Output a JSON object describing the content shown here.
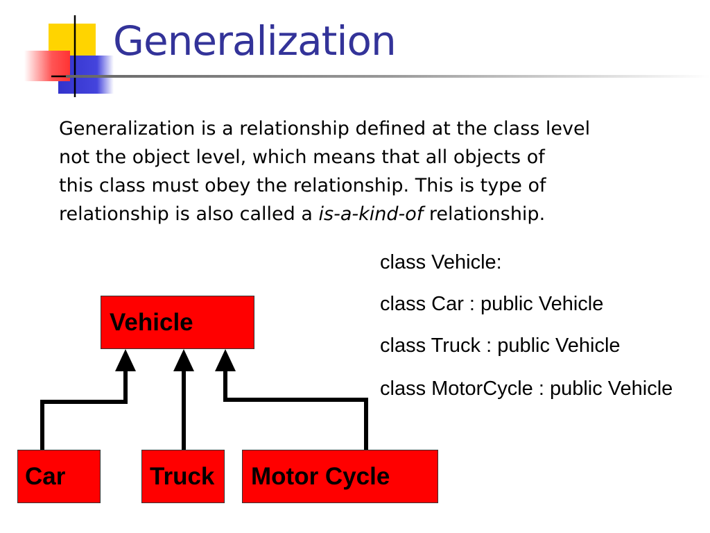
{
  "slide": {
    "title": "Generalization",
    "paragraph": {
      "line1": "Generalization is a relationship defined at the class level",
      "line2": "not the object level, which means that all objects of",
      "line3": "this class must obey the relationship. This is type of",
      "line4_before": "relationship is also called a ",
      "line4_italic": "is-a-kind-of",
      "line4_after": " relationship."
    },
    "code_lines": [
      "class Vehicle:",
      "class Car : public Vehicle",
      "class Truck : public Vehicle",
      "class MotorCycle : public Vehicle"
    ]
  },
  "diagram": {
    "parent": "Vehicle",
    "children": [
      "Car",
      "Truck",
      "Motor Cycle"
    ]
  },
  "colors": {
    "title": "#333399",
    "box_fill": "#ff0000",
    "logo_yellow": "#ffd700",
    "logo_blue": "#3333cc",
    "logo_red": "#ff4444"
  }
}
